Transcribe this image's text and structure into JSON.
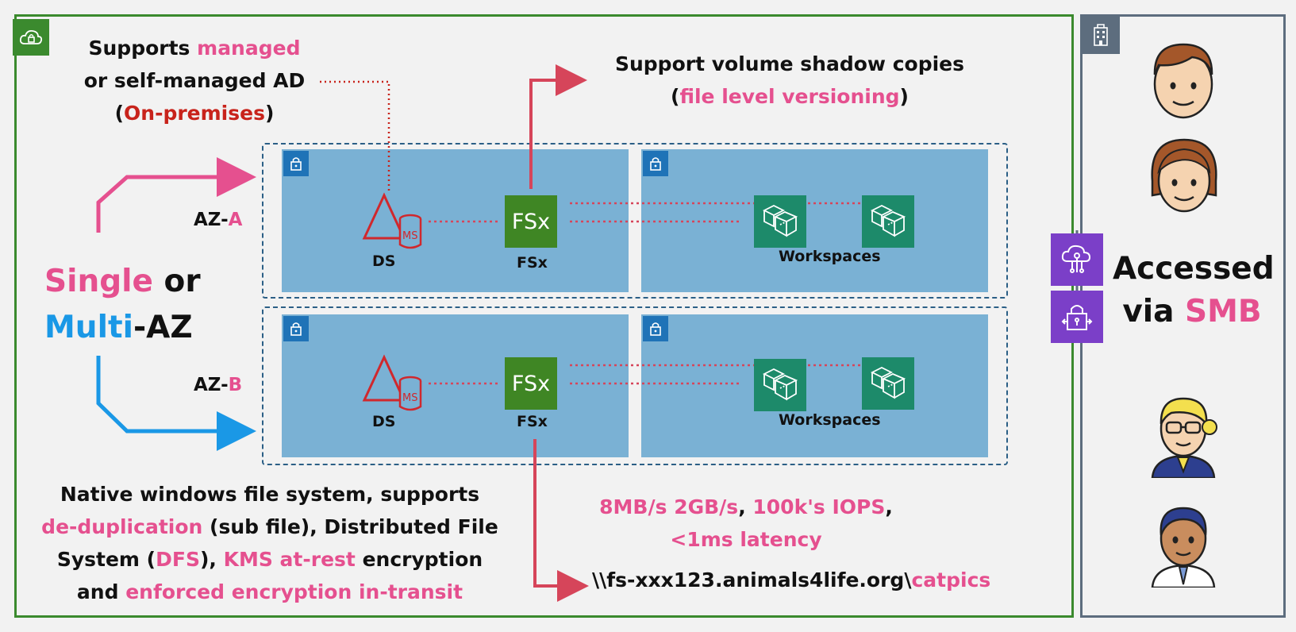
{
  "top_left_note": {
    "w1": "Supports ",
    "w2": "managed",
    "line2": "or self-managed AD",
    "p_open": "(",
    "onprem": "On-premises",
    "p_close": ")"
  },
  "top_right_note": {
    "line1": "Support volume shadow copies",
    "p_open": "(",
    "versioning": "file level versioning",
    "p_close": ")"
  },
  "single_multi": {
    "single": "Single",
    "or": " or",
    "multi": "Multi",
    "az": "-AZ"
  },
  "az_labels": {
    "a_prefix": "AZ-",
    "a": "A",
    "b_prefix": "AZ-",
    "b": "B"
  },
  "az_a": {
    "ds_label": "DS",
    "fsx_text": "FSx",
    "fsx_label": "FSx",
    "ws_label": "Workspaces",
    "ms": "MS"
  },
  "az_b": {
    "ds_label": "DS",
    "fsx_text": "FSx",
    "fsx_label": "FSx",
    "ws_label": "Workspaces",
    "ms": "MS"
  },
  "bottom_left_note": {
    "l1": "Native windows file system, supports",
    "l2a": "de-duplication",
    "l2b": " (sub file), Distributed File",
    "l3a": "System (",
    "l3b": "DFS",
    "l3c": "), ",
    "l3d": "KMS at-rest",
    "l3e": " encryption",
    "l4a": "and ",
    "l4b": "enforced encryption in-transit"
  },
  "performance": {
    "a": "8MB/s 2GB/s",
    "b": ", ",
    "c": "100k's IOPS",
    "d": ",",
    "line2": "<1ms latency"
  },
  "share_path": {
    "prefix": "\\\\fs-xxx123.animals4life.org\\",
    "share": "catpics"
  },
  "access": {
    "line1": "Accessed",
    "via": "via ",
    "smb": "SMB"
  },
  "icons": [
    "vpc-lock-icon",
    "building-icon",
    "subnet-lock-icon",
    "directory-service-icon",
    "fsx-icon",
    "workspaces-icon",
    "cloud-gateway-icon",
    "vpn-gateway-icon",
    "user-avatar-icon"
  ],
  "colors": {
    "pink": "#e5508f",
    "red": "#c8231b",
    "blue": "#1a98e6",
    "vpc_border": "#3b8a2e",
    "subnet": "#7ab1d4",
    "fsx": "#3f8624",
    "workspaces": "#1d8a6a",
    "gateway": "#7b3fc8"
  }
}
